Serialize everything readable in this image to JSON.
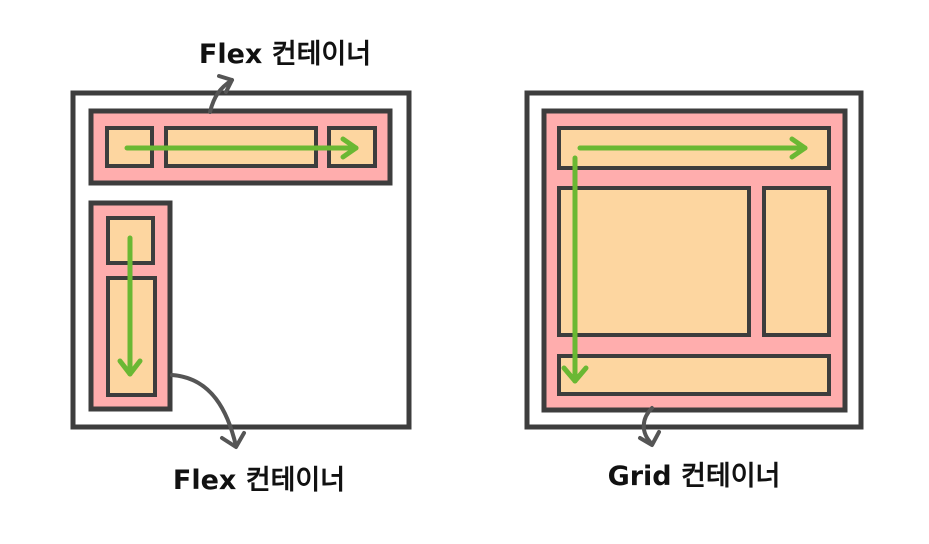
{
  "labels": {
    "flex_top": "Flex 컨테이너",
    "flex_bottom": "Flex 컨테이너",
    "grid": "Grid 컨테이너"
  },
  "colors": {
    "container_fill": "#ffadad",
    "item_fill": "#fdd6a0",
    "outline": "#3d3d3d",
    "arrow": "#6ab833",
    "pointer": "#555555"
  },
  "icons": {
    "flow_arrow": "arrow",
    "callout_pointer": "curved-arrow"
  }
}
